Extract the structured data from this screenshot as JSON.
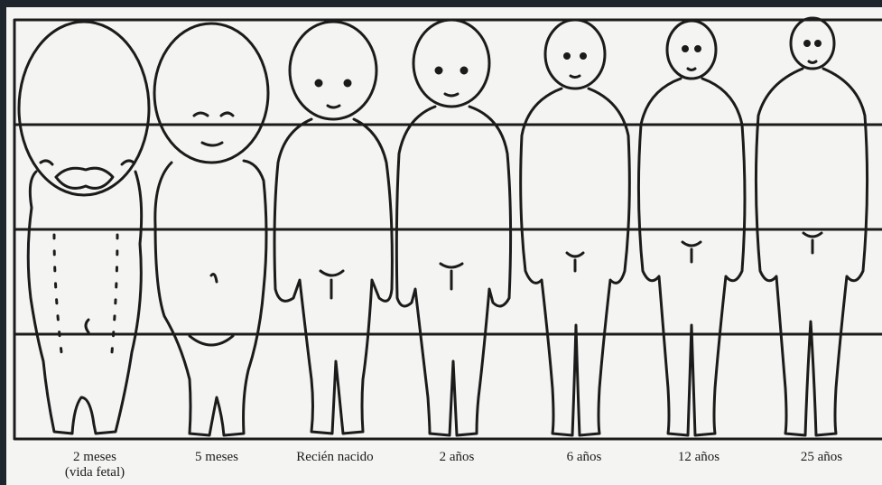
{
  "figures": [
    {
      "id": "2m",
      "label": "2 meses",
      "sublabel": "(vida fetal)"
    },
    {
      "id": "5m",
      "label": "5 meses"
    },
    {
      "id": "rn",
      "label": "Recién nacido"
    },
    {
      "id": "2a",
      "label": "2 años"
    },
    {
      "id": "6a",
      "label": "6 años"
    },
    {
      "id": "12a",
      "label": "12 años"
    },
    {
      "id": "25a",
      "label": "25 años"
    }
  ],
  "colors": {
    "ink": "#1b1b1b",
    "paper": "#f4f4f2",
    "frame": "#1f252c"
  }
}
